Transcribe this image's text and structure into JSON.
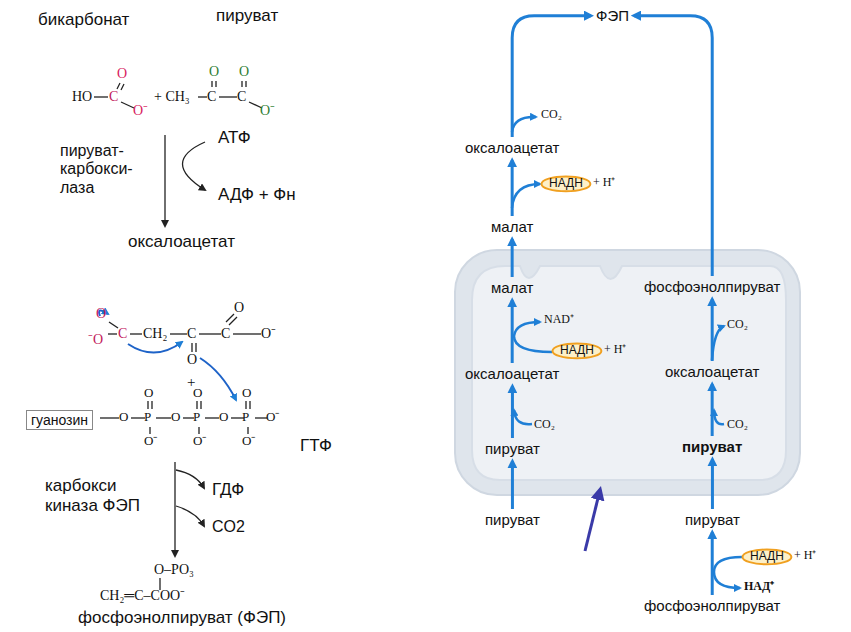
{
  "diagram": {
    "nodes": [
      {
        "text": [
          "гуанозин"
        ]
      },
      {
        "text": [
          "ФЭП"
        ]
      },
      {
        "text": [
          "оксалоацетат"
        ]
      },
      {
        "text": [
          "малат"
        ]
      },
      {
        "text": [
          "малат"
        ]
      },
      {
        "text": [
          "фосфоэнолпируват"
        ]
      },
      {
        "text": [
          "оксалоацетат"
        ]
      },
      {
        "text": [
          "оксалоацетат"
        ]
      },
      {
        "text": [
          "пируват"
        ]
      },
      {
        "text": [
          "пируват"
        ]
      },
      {
        "text": [
          "пируват"
        ]
      },
      {
        "text": [
          "пируват"
        ]
      },
      {
        "text": [
          "фосфоэнолпируват"
        ]
      },
      {
        "text": [
          "НАДН"
        ]
      },
      {
        "text": [
          "НАДН"
        ]
      },
      {
        "text": [
          "НАДН"
        ]
      }
    ],
    "edges": [
      {
        "from": 10,
        "to": 8,
        "arrow": "to"
      },
      {
        "from": 8,
        "to": 6,
        "arrow": "to"
      },
      {
        "from": 6,
        "to": 4,
        "arrow": "to"
      },
      {
        "from": 4,
        "to": 3,
        "arrow": "to"
      },
      {
        "from": 3,
        "to": 2,
        "arrow": "to"
      },
      {
        "from": 2,
        "to": 1,
        "arrow": "to"
      },
      {
        "from": 12,
        "to": 11,
        "arrow": "to"
      },
      {
        "from": 11,
        "to": 9,
        "arrow": "to"
      },
      {
        "from": 9,
        "to": 7,
        "arrow": "to"
      },
      {
        "from": 7,
        "to": 5,
        "arrow": "to"
      },
      {
        "from": 5,
        "to": 1,
        "arrow": "to"
      }
    ],
    "labels": [
      "бикарбонат",
      "пируват",
      "HO",
      "C",
      "O",
      "O⁻",
      "+ CH₃",
      "C",
      "O",
      "C",
      "O",
      "O⁻",
      "пируват- карбокси- лаза",
      "АТФ",
      "АДФ + Фн",
      "оксалоацетат",
      "O",
      "C",
      "CH₂",
      "C",
      "C",
      "O",
      "O⁻",
      "O",
      "⁻O",
      "+",
      "O",
      "P",
      "O",
      "P",
      "O",
      "P",
      "O⁻",
      "O",
      "O",
      "O",
      "O⁻",
      "O⁻",
      "O⁻",
      "ГТФ",
      "карбокси киназа ФЭП",
      "ГДФ",
      "CO2",
      "O–PO₃",
      "CH₂═C–COO⁻",
      "фосфоэнолпируват (ФЭП)",
      "CO₂",
      "+ H⁺",
      "NAD⁺",
      "+ H⁺",
      "CO₂",
      "CO₂",
      "CO₂",
      "+ H⁺",
      "НАД⁺"
    ]
  }
}
